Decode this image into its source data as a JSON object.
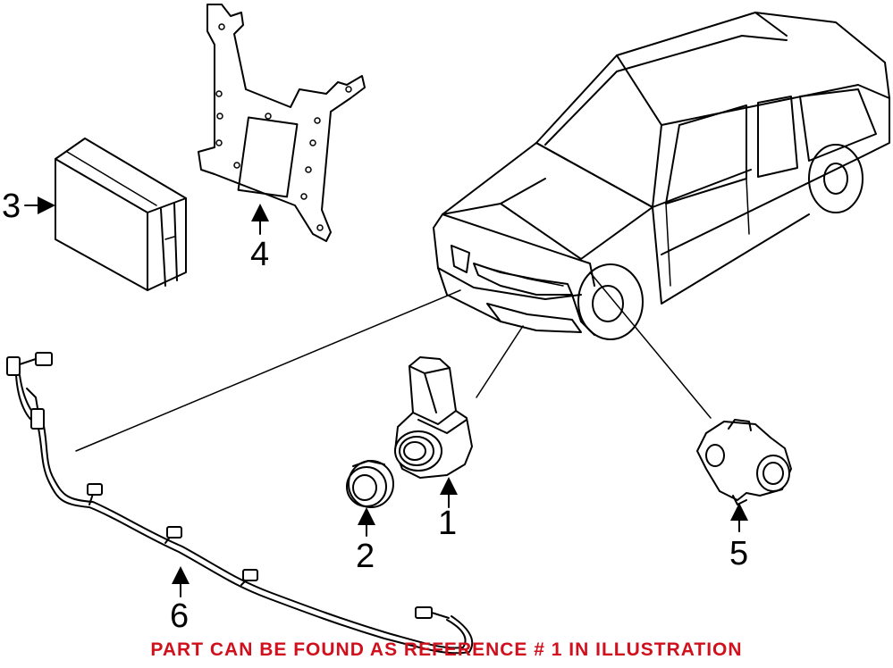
{
  "callouts": [
    {
      "id": "ref-1",
      "label": "1"
    },
    {
      "id": "ref-2",
      "label": "2"
    },
    {
      "id": "ref-3",
      "label": "3"
    },
    {
      "id": "ref-4",
      "label": "4"
    },
    {
      "id": "ref-5",
      "label": "5"
    },
    {
      "id": "ref-6",
      "label": "6"
    }
  ],
  "footer_note": "PART CAN BE FOUND AS REFERENCE # 1 IN ILLUSTRATION",
  "colors": {
    "line": "#000000",
    "background": "#ffffff",
    "note": "#d0101c"
  }
}
